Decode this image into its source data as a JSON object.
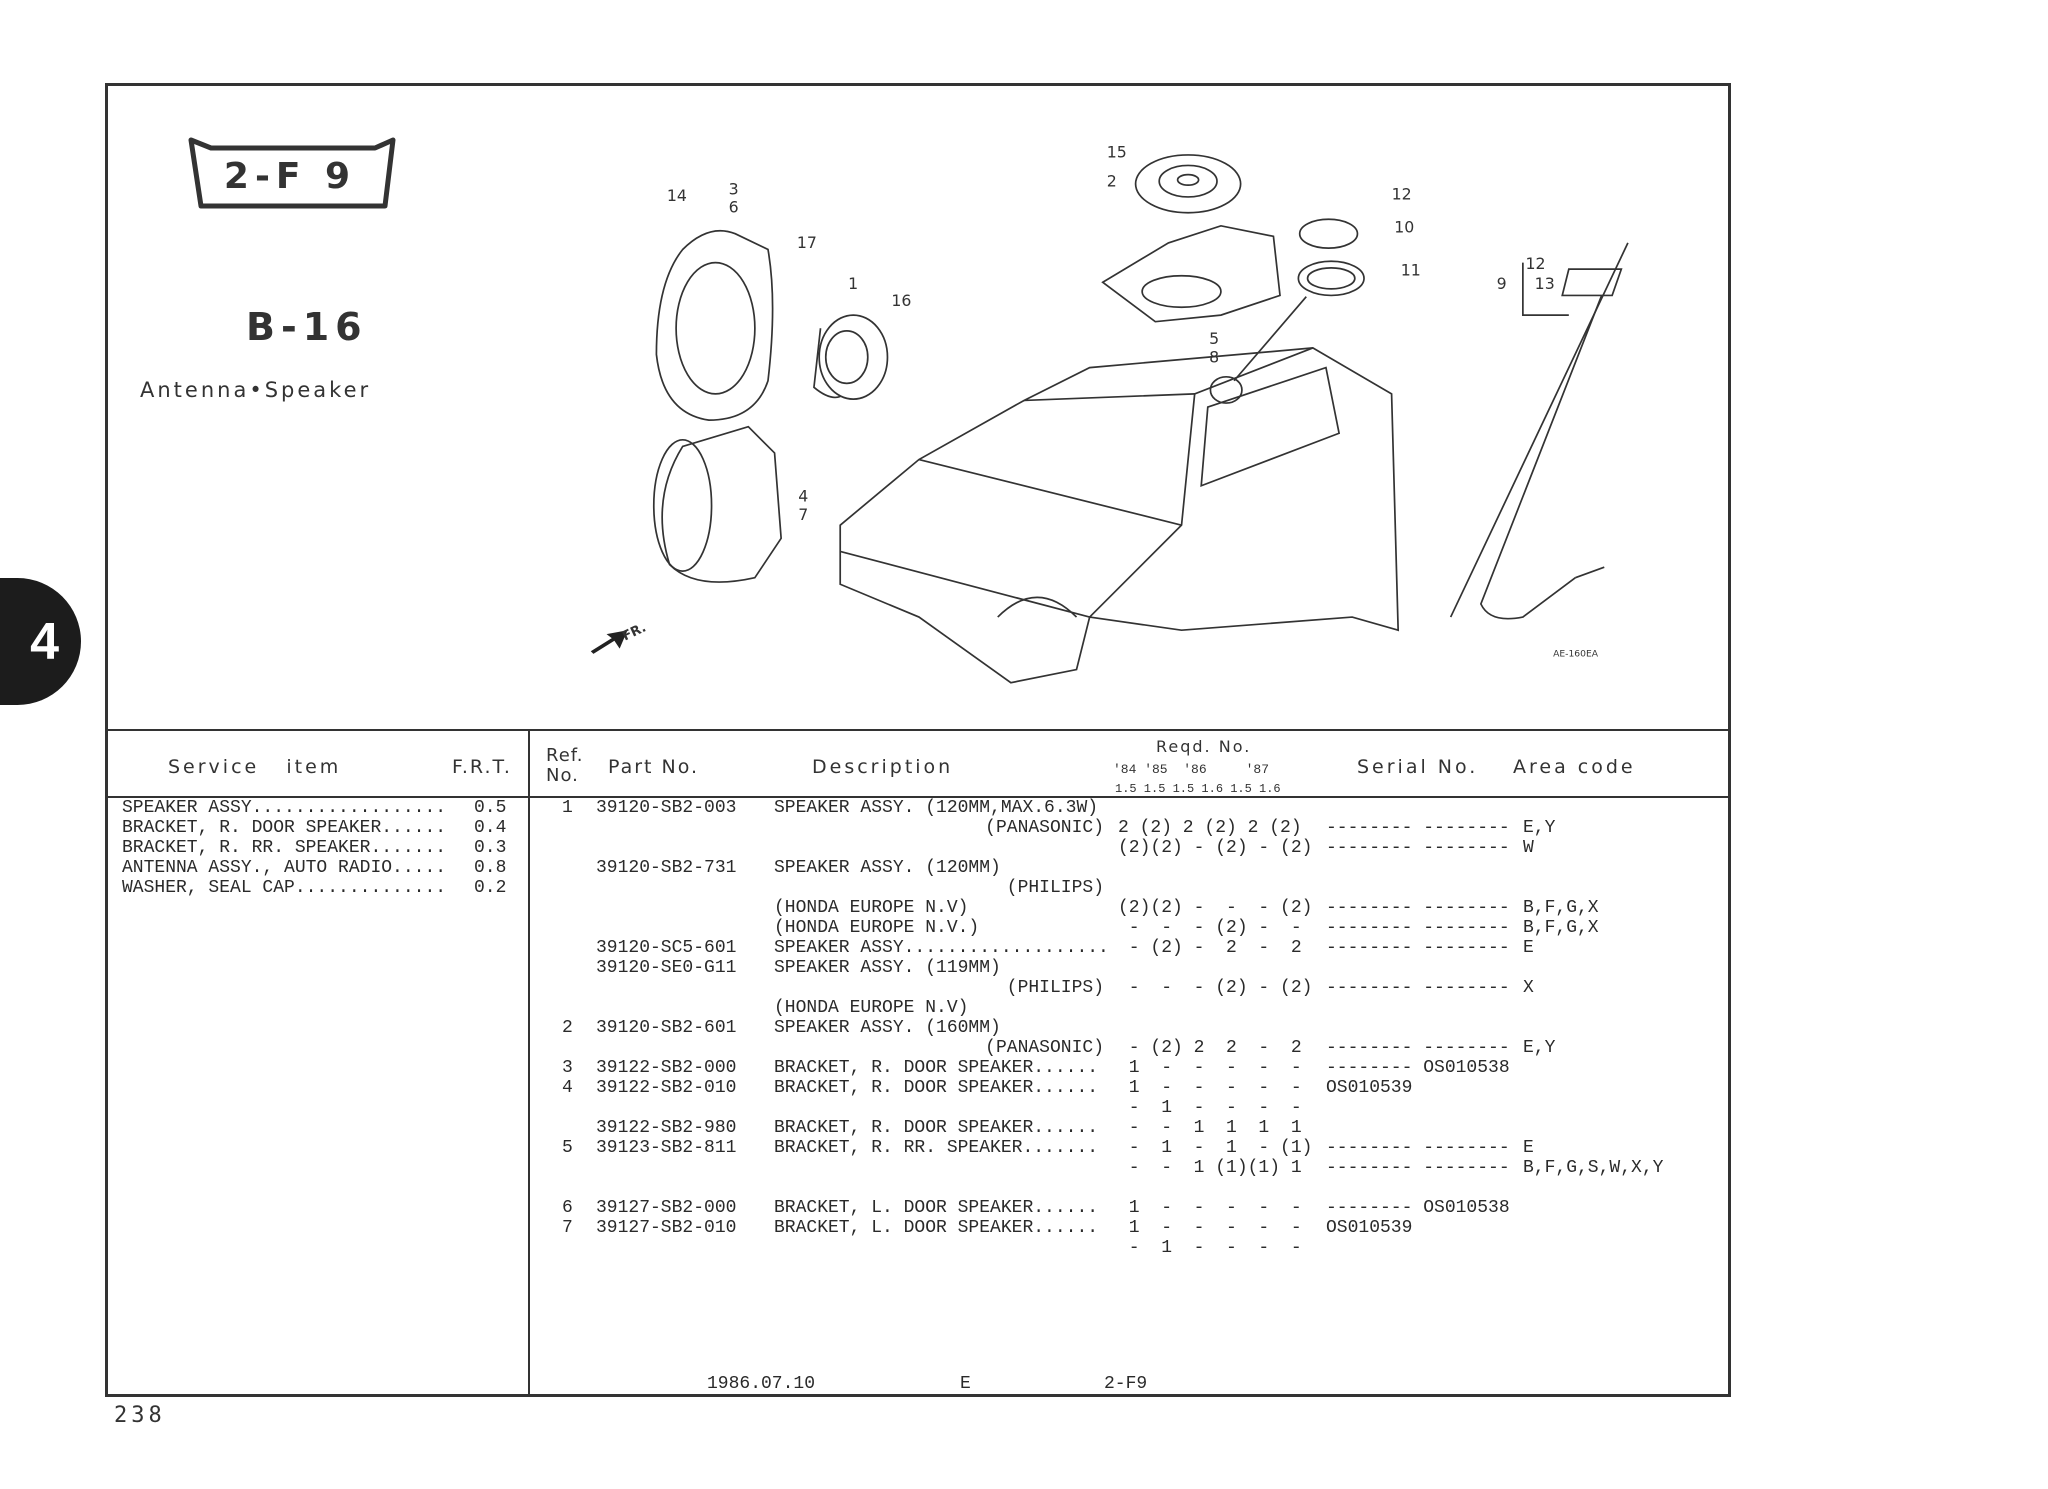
{
  "section_tab": "4",
  "index_badge": "2-F 9",
  "group_code": "B-16",
  "group_title": "Antenna•Speaker",
  "diagram": {
    "callouts": [
      "15",
      "2",
      "12",
      "10",
      "11",
      "14",
      "3",
      "6",
      "17",
      "1",
      "16",
      "5",
      "8",
      "12",
      "9",
      "13",
      "4",
      "7"
    ],
    "front_label": "FR.",
    "drawing_code": "AE-160EA"
  },
  "service_table": {
    "header_item": "Service   item",
    "header_frt": "F.R.T.",
    "items": [
      {
        "name": "SPEAKER ASSY..................",
        "frt": "0.5"
      },
      {
        "name": "BRACKET, R. DOOR SPEAKER......",
        "frt": "0.4"
      },
      {
        "name": "BRACKET, R. RR. SPEAKER.......",
        "frt": "0.3"
      },
      {
        "name": "ANTENNA ASSY., AUTO RADIO.....",
        "frt": "0.8"
      },
      {
        "name": "WASHER, SEAL CAP..............",
        "frt": "0.2"
      }
    ]
  },
  "parts_table": {
    "header": {
      "ref_no": "Ref.\nNo.",
      "part_no": "Part No.",
      "description": "Description",
      "reqd_no": "Reqd. No.",
      "years": "'84 '85  '86     '87",
      "engines": "1.5 1.5 1.5 1.6 1.5 1.6",
      "serial_no": "Serial No.",
      "area_code": "Area code"
    },
    "rows": [
      {
        "ref": "1",
        "part": "39120-SB2-003",
        "desc": "SPEAKER ASSY. (120MM,MAX.6.3W)",
        "note": "",
        "qty": "",
        "serial": "",
        "area": ""
      },
      {
        "ref": "",
        "part": "",
        "desc": "",
        "note": "(PANASONIC)",
        "qty": "2 (2) 2 (2) 2 (2)",
        "serial": "-------- --------",
        "area": "E,Y"
      },
      {
        "ref": "",
        "part": "",
        "desc": "",
        "note": "",
        "qty": "(2)(2) - (2) - (2)",
        "serial": "-------- --------",
        "area": "W"
      },
      {
        "ref": "",
        "part": "39120-SB2-731",
        "desc": "SPEAKER ASSY. (120MM)",
        "note": "",
        "qty": "",
        "serial": "",
        "area": ""
      },
      {
        "ref": "",
        "part": "",
        "desc": "",
        "note": "(PHILIPS)",
        "qty": "",
        "serial": "",
        "area": ""
      },
      {
        "ref": "",
        "part": "",
        "desc": "(HONDA EUROPE N.V)",
        "note": "",
        "qty": "(2)(2) -  -  - (2)",
        "serial": "-------- --------",
        "area": "B,F,G,X"
      },
      {
        "ref": "",
        "part": "",
        "desc": "(HONDA EUROPE N.V.)",
        "note": "",
        "qty": " -  -  - (2) -  - ",
        "serial": "-------- --------",
        "area": "B,F,G,X"
      },
      {
        "ref": "",
        "part": "39120-SC5-601",
        "desc": "SPEAKER ASSY...................",
        "note": "",
        "qty": " - (2) -  2  -  2",
        "serial": "-------- --------",
        "area": "E"
      },
      {
        "ref": "",
        "part": "39120-SE0-G11",
        "desc": "SPEAKER ASSY. (119MM)",
        "note": "",
        "qty": "",
        "serial": "",
        "area": ""
      },
      {
        "ref": "",
        "part": "",
        "desc": "",
        "note": "(PHILIPS)",
        "qty": " -  -  - (2) - (2)",
        "serial": "-------- --------",
        "area": "X"
      },
      {
        "ref": "",
        "part": "",
        "desc": "(HONDA EUROPE N.V)",
        "note": "",
        "qty": "",
        "serial": "",
        "area": ""
      },
      {
        "ref": "2",
        "part": "39120-SB2-601",
        "desc": "SPEAKER ASSY. (160MM)",
        "note": "",
        "qty": "",
        "serial": "",
        "area": ""
      },
      {
        "ref": "",
        "part": "",
        "desc": "",
        "note": "(PANASONIC)",
        "qty": " - (2) 2  2  -  2",
        "serial": "-------- --------",
        "area": "E,Y"
      },
      {
        "ref": "3",
        "part": "39122-SB2-000",
        "desc": "BRACKET, R. DOOR SPEAKER......",
        "note": "",
        "qty": " 1  -  -  -  -  -",
        "serial": "-------- OS010538",
        "area": ""
      },
      {
        "ref": "4",
        "part": "39122-SB2-010",
        "desc": "BRACKET, R. DOOR SPEAKER......",
        "note": "",
        "qty": " 1  -  -  -  -  -",
        "serial": "OS010539",
        "area": ""
      },
      {
        "ref": "",
        "part": "",
        "desc": "",
        "note": "",
        "qty": " -  1  -  -  -  -",
        "serial": "",
        "area": ""
      },
      {
        "ref": "",
        "part": "39122-SB2-980",
        "desc": "BRACKET, R. DOOR SPEAKER......",
        "note": "",
        "qty": " -  -  1  1  1  1",
        "serial": "",
        "area": ""
      },
      {
        "ref": "5",
        "part": "39123-SB2-811",
        "desc": "BRACKET, R. RR. SPEAKER.......",
        "note": "",
        "qty": " -  1  -  1  - (1)",
        "serial": "-------- --------",
        "area": "E"
      },
      {
        "ref": "",
        "part": "",
        "desc": "",
        "note": "",
        "qty": " -  -  1 (1)(1) 1",
        "serial": "-------- --------",
        "area": "B,F,G,S,W,X,Y"
      },
      {
        "ref": "",
        "part": "",
        "desc": "",
        "note": "",
        "qty": "",
        "serial": "",
        "area": ""
      },
      {
        "ref": "6",
        "part": "39127-SB2-000",
        "desc": "BRACKET, L. DOOR SPEAKER......",
        "note": "",
        "qty": " 1  -  -  -  -  -",
        "serial": "-------- OS010538",
        "area": ""
      },
      {
        "ref": "7",
        "part": "39127-SB2-010",
        "desc": "BRACKET, L. DOOR SPEAKER......",
        "note": "",
        "qty": " 1  -  -  -  -  -",
        "serial": "OS010539",
        "area": ""
      },
      {
        "ref": "",
        "part": "",
        "desc": "",
        "note": "",
        "qty": " -  1  -  -  -  -",
        "serial": "",
        "area": ""
      }
    ]
  },
  "footer": {
    "date": "1986.07.10",
    "edition": "E",
    "page_code": "2-F9"
  },
  "page_number": "238"
}
